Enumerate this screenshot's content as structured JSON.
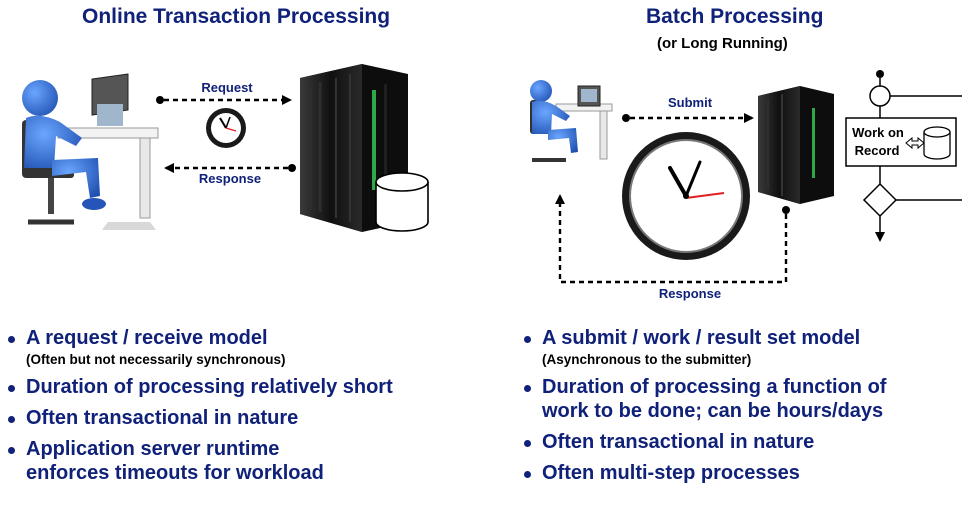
{
  "online": {
    "title": "Online Transaction Processing",
    "request_label": "Request",
    "response_label": "Response",
    "bullets": [
      {
        "text": "A request / receive model",
        "sub": "(Often but not necessarily  synchronous)"
      },
      {
        "text": "Duration of processing relatively short"
      },
      {
        "text": "Often transactional in nature"
      },
      {
        "text": "Application server runtime",
        "text2": "enforces timeouts for workload"
      }
    ]
  },
  "batch": {
    "title": "Batch Processing",
    "subtitle": "(or Long Running)",
    "submit_label": "Submit",
    "response_label": "Response",
    "work_label_1": "Work on",
    "work_label_2": "Record",
    "bullets": [
      {
        "text": "A submit / work / result set model",
        "sub": "(Asynchronous  to the submitter)"
      },
      {
        "text": "Duration of processing a function of",
        "text2": "work to be done; can be hours/days"
      },
      {
        "text": "Often transactional in nature"
      },
      {
        "text": "Often multi-step processes"
      }
    ]
  },
  "icons": {
    "person": "person-at-computer-icon",
    "server": "server-rack-icon",
    "database": "database-cylinder-icon",
    "clock": "clock-icon"
  },
  "colors": {
    "title": "#10217a",
    "figure": "#2f6fcf",
    "server": "#1a1a1a",
    "clock_hand_red": "#e02020"
  }
}
